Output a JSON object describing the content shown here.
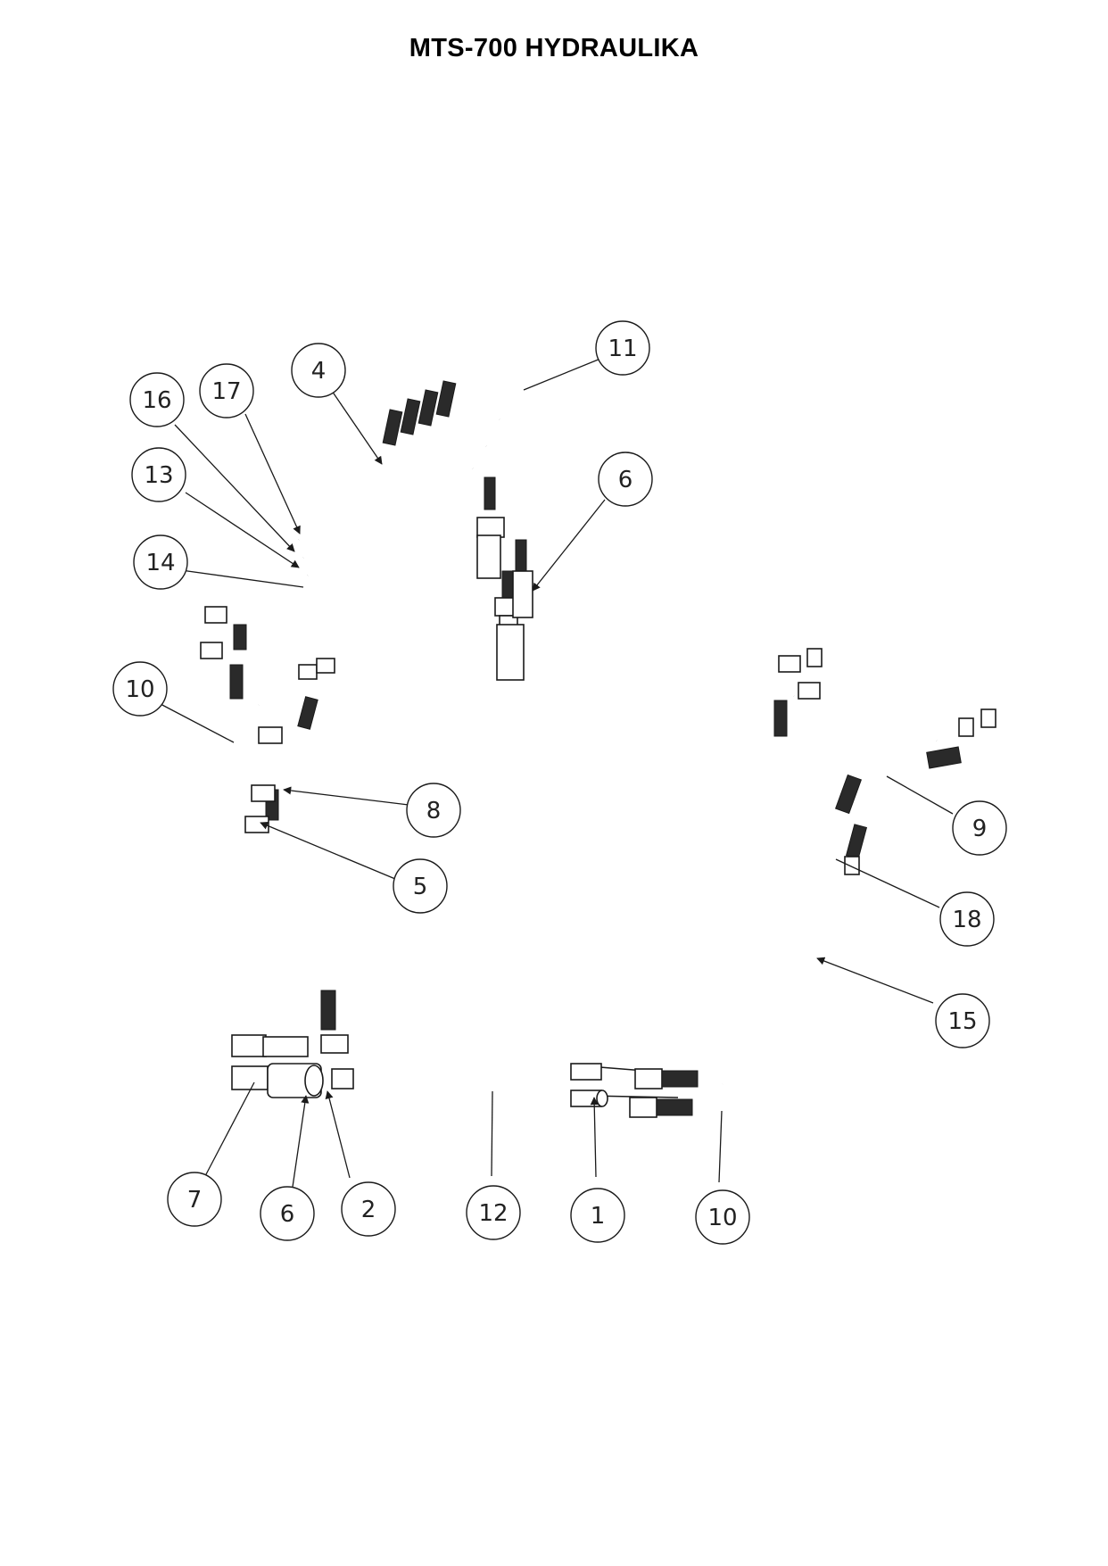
{
  "title": "MTS-700 HYDRAULIKA",
  "callouts": [
    {
      "id": "c11",
      "label": "11"
    },
    {
      "id": "c4",
      "label": "4"
    },
    {
      "id": "c17",
      "label": "17"
    },
    {
      "id": "c16",
      "label": "16"
    },
    {
      "id": "c13",
      "label": "13"
    },
    {
      "id": "c14",
      "label": "14"
    },
    {
      "id": "c6a",
      "label": "6"
    },
    {
      "id": "c10a",
      "label": "10"
    },
    {
      "id": "c8",
      "label": "8"
    },
    {
      "id": "c5",
      "label": "5"
    },
    {
      "id": "c9",
      "label": "9"
    },
    {
      "id": "c18",
      "label": "18"
    },
    {
      "id": "c15",
      "label": "15"
    },
    {
      "id": "c7",
      "label": "7"
    },
    {
      "id": "c6b",
      "label": "6"
    },
    {
      "id": "c2",
      "label": "2"
    },
    {
      "id": "c12",
      "label": "12"
    },
    {
      "id": "c1",
      "label": "1"
    },
    {
      "id": "c10b",
      "label": "10"
    }
  ]
}
